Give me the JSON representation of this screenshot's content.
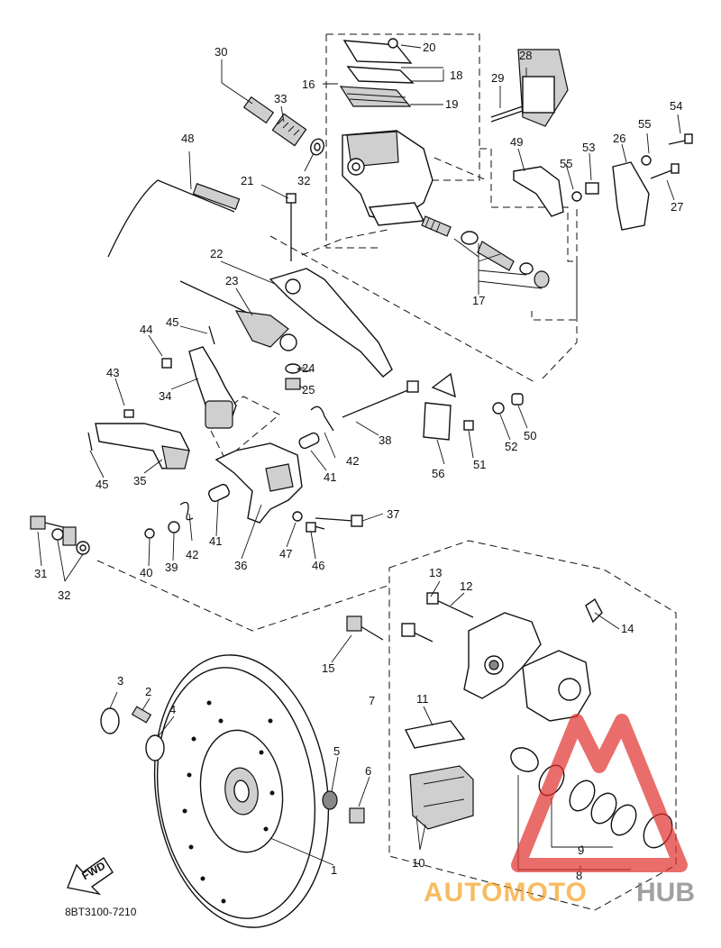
{
  "diagram": {
    "drawing_code": "8BT3100-7210",
    "fwd_label": "FWD",
    "watermark": "AUTOMOTOHUB",
    "callouts": [
      "1",
      "2",
      "3",
      "4",
      "5",
      "6",
      "7",
      "8",
      "9",
      "10",
      "11",
      "12",
      "13",
      "14",
      "15",
      "16",
      "17",
      "18",
      "19",
      "20",
      "21",
      "22",
      "23",
      "24",
      "25",
      "26",
      "27",
      "28",
      "29",
      "30",
      "31",
      "32",
      "33",
      "34",
      "35",
      "36",
      "37",
      "38",
      "39",
      "40",
      "41",
      "42",
      "43",
      "44",
      "45",
      "46",
      "47",
      "48",
      "49",
      "50",
      "51",
      "52",
      "53",
      "54",
      "55",
      "56"
    ]
  },
  "colors": {
    "watermark_red": "#e0302c",
    "watermark_orange": "#f4a020",
    "watermark_gray": "#7a7a7a"
  }
}
